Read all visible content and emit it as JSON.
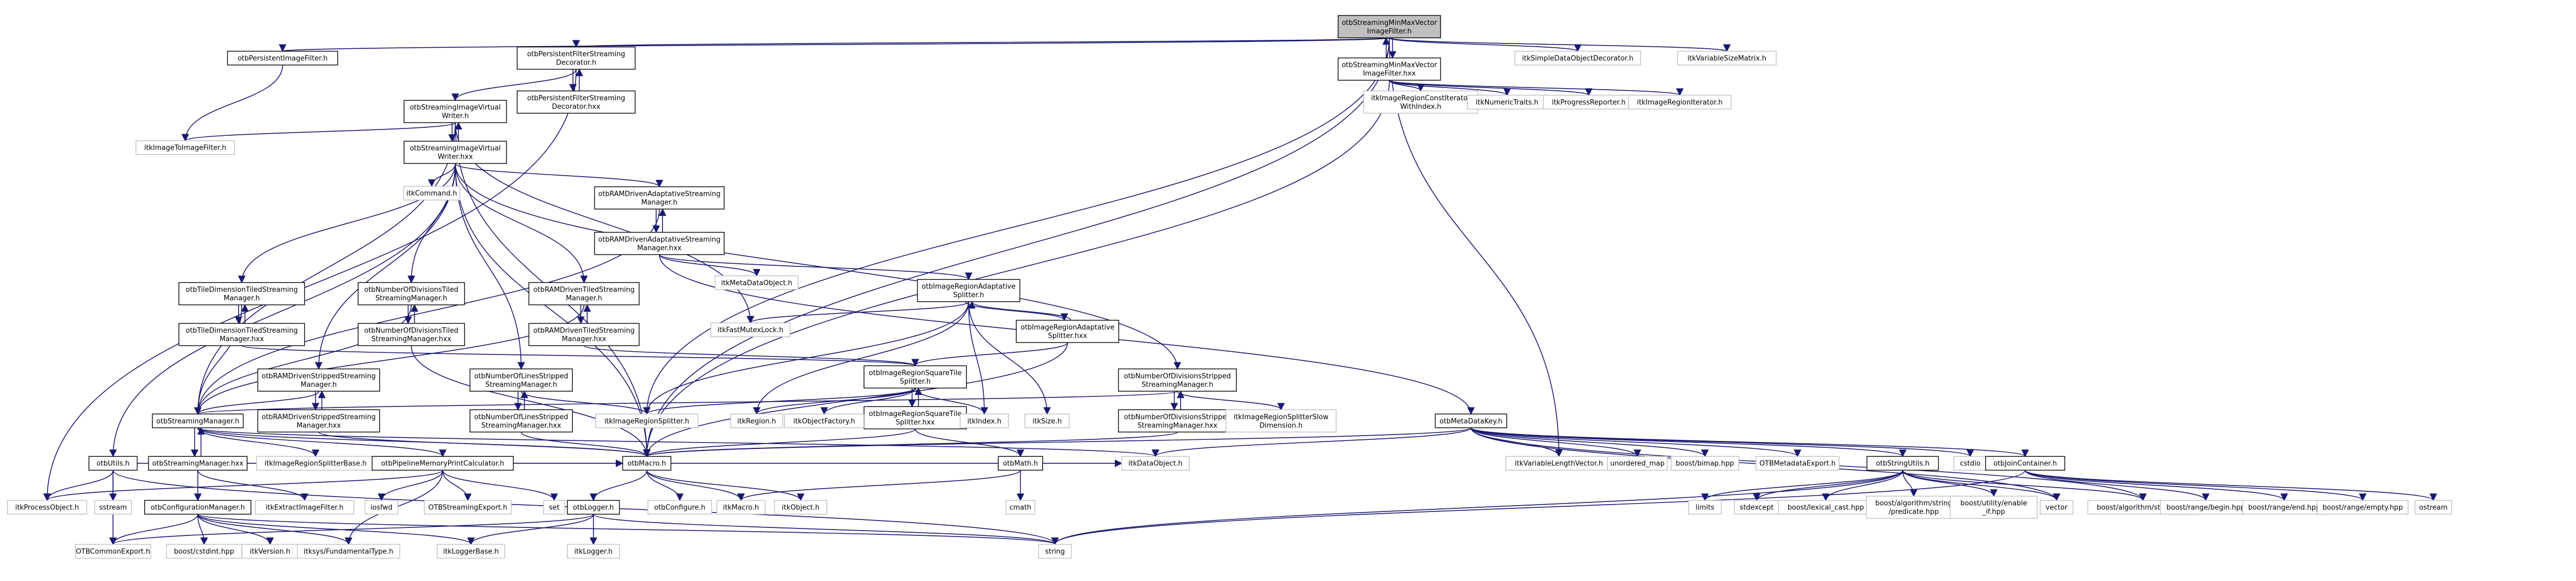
{
  "title": "otbStreamingMinMaxVectorImageFilter.h include dependency graph",
  "colors": {
    "edge": "#191970",
    "root_fill": "#bfbfbf",
    "internal_border": "#000000",
    "external_border": "#bfbfbf"
  },
  "nodes": [
    {
      "id": "root",
      "label": [
        "otbStreamingMinMaxVector",
        "ImageFilter.h"
      ],
      "kind": "root"
    },
    {
      "id": "minmax_hxx",
      "label": [
        "otbStreamingMinMaxVector",
        "ImageFilter.hxx"
      ],
      "kind": "internal"
    },
    {
      "id": "persistent_filter",
      "label": [
        "otbPersistentImageFilter.h"
      ],
      "kind": "internal"
    },
    {
      "id": "pfsd_h",
      "label": [
        "otbPersistentFilterStreaming",
        "Decorator.h"
      ],
      "kind": "internal"
    },
    {
      "id": "pfsd_hxx",
      "label": [
        "otbPersistentFilterStreaming",
        "Decorator.hxx"
      ],
      "kind": "internal"
    },
    {
      "id": "sivw_h",
      "label": [
        "otbStreamingImageVirtual",
        "Writer.h"
      ],
      "kind": "internal"
    },
    {
      "id": "sivw_hxx",
      "label": [
        "otbStreamingImageVirtual",
        "Writer.hxx"
      ],
      "kind": "internal"
    },
    {
      "id": "itk_i2i",
      "label": [
        "itkImageToImageFilter.h"
      ],
      "kind": "external"
    },
    {
      "id": "itk_command",
      "label": [
        "itkCommand.h"
      ],
      "kind": "external"
    },
    {
      "id": "simple_decorator",
      "label": [
        "itkSimpleDataObjectDecorator.h"
      ],
      "kind": "external"
    },
    {
      "id": "var_matrix",
      "label": [
        "itkVariableSizeMatrix.h"
      ],
      "kind": "external"
    },
    {
      "id": "const_iter",
      "label": [
        "itkImageRegionConstIterator",
        "WithIndex.h"
      ],
      "kind": "external"
    },
    {
      "id": "numeric_traits",
      "label": [
        "itkNumericTraits.h"
      ],
      "kind": "external"
    },
    {
      "id": "progress",
      "label": [
        "itkProgressReporter.h"
      ],
      "kind": "external"
    },
    {
      "id": "region_iter",
      "label": [
        "itkImageRegionIterator.h"
      ],
      "kind": "external"
    },
    {
      "id": "ramadapt_h",
      "label": [
        "otbRAMDrivenAdaptativeStreaming",
        "Manager.h"
      ],
      "kind": "internal"
    },
    {
      "id": "ramadapt_hxx",
      "label": [
        "otbRAMDrivenAdaptativeStreaming",
        "Manager.hxx"
      ],
      "kind": "internal"
    },
    {
      "id": "meta_obj",
      "label": [
        "itkMetaDataObject.h"
      ],
      "kind": "external"
    },
    {
      "id": "adapt_split_h",
      "label": [
        "otbImageRegionAdaptative",
        "Splitter.h"
      ],
      "kind": "internal"
    },
    {
      "id": "adapt_split_hxx",
      "label": [
        "otbImageRegionAdaptative",
        "Splitter.hxx"
      ],
      "kind": "internal"
    },
    {
      "id": "fast_mutex",
      "label": [
        "itkFastMutexLock.h"
      ],
      "kind": "external"
    },
    {
      "id": "tiledim_h",
      "label": [
        "otbTileDimensionTiledStreaming",
        "Manager.h"
      ],
      "kind": "internal"
    },
    {
      "id": "tiledim_hxx",
      "label": [
        "otbTileDimensionTiledStreaming",
        "Manager.hxx"
      ],
      "kind": "internal"
    },
    {
      "id": "ndivtiled_h",
      "label": [
        "otbNumberOfDivisionsTiled",
        "StreamingManager.h"
      ],
      "kind": "internal"
    },
    {
      "id": "ndivtiled_hxx",
      "label": [
        "otbNumberOfDivisionsTiled",
        "StreamingManager.hxx"
      ],
      "kind": "internal"
    },
    {
      "id": "ramtiled_h",
      "label": [
        "otbRAMDrivenTiledStreaming",
        "Manager.h"
      ],
      "kind": "internal"
    },
    {
      "id": "ramtiled_hxx",
      "label": [
        "otbRAMDrivenTiledStreaming",
        "Manager.hxx"
      ],
      "kind": "internal"
    },
    {
      "id": "ramstrip_h",
      "label": [
        "otbRAMDrivenStrippedStreaming",
        "Manager.h"
      ],
      "kind": "internal"
    },
    {
      "id": "ramstrip_hxx",
      "label": [
        "otbRAMDrivenStrippedStreaming",
        "Manager.hxx"
      ],
      "kind": "internal"
    },
    {
      "id": "nlines_h",
      "label": [
        "otbNumberOfLinesStripped",
        "StreamingManager.h"
      ],
      "kind": "internal"
    },
    {
      "id": "nlines_hxx",
      "label": [
        "otbNumberOfLinesStripped",
        "StreamingManager.hxx"
      ],
      "kind": "internal"
    },
    {
      "id": "sqtile_h",
      "label": [
        "otbImageRegionSquareTile",
        "Splitter.h"
      ],
      "kind": "internal"
    },
    {
      "id": "sqtile_hxx",
      "label": [
        "otbImageRegionSquareTile",
        "Splitter.hxx"
      ],
      "kind": "internal"
    },
    {
      "id": "ndivstrip_h",
      "label": [
        "otbNumberOfDivisionsStripped",
        "StreamingManager.h"
      ],
      "kind": "internal"
    },
    {
      "id": "ndivstrip_hxx",
      "label": [
        "otbNumberOfDivisionsStripped",
        "StreamingManager.hxx"
      ],
      "kind": "internal"
    },
    {
      "id": "slowdim",
      "label": [
        "itkImageRegionSplitterSlow",
        "Dimension.h"
      ],
      "kind": "external"
    },
    {
      "id": "streaming_mgr_h",
      "label": [
        "otbStreamingManager.h"
      ],
      "kind": "internal"
    },
    {
      "id": "streaming_mgr_hxx",
      "label": [
        "otbStreamingManager.hxx"
      ],
      "kind": "internal"
    },
    {
      "id": "splitter_base",
      "label": [
        "itkImageRegionSplitterBase.h"
      ],
      "kind": "external"
    },
    {
      "id": "region_splitter",
      "label": [
        "itkImageRegionSplitter.h"
      ],
      "kind": "external"
    },
    {
      "id": "itk_region",
      "label": [
        "itkRegion.h"
      ],
      "kind": "external"
    },
    {
      "id": "obj_factory",
      "label": [
        "itkObjectFactory.h"
      ],
      "kind": "external"
    },
    {
      "id": "itk_index",
      "label": [
        "itkIndex.h"
      ],
      "kind": "external"
    },
    {
      "id": "itk_size",
      "label": [
        "itkSize.h"
      ],
      "kind": "external"
    },
    {
      "id": "otb_utils",
      "label": [
        "otbUtils.h"
      ],
      "kind": "internal"
    },
    {
      "id": "pipeline_mem",
      "label": [
        "otbPipelineMemoryPrintCalculator.h"
      ],
      "kind": "internal"
    },
    {
      "id": "otb_macro",
      "label": [
        "otbMacro.h"
      ],
      "kind": "internal"
    },
    {
      "id": "otb_math",
      "label": [
        "otbMath.h"
      ],
      "kind": "internal"
    },
    {
      "id": "data_object",
      "label": [
        "itkDataObject.h"
      ],
      "kind": "external"
    },
    {
      "id": "metadatakey",
      "label": [
        "otbMetaDataKey.h"
      ],
      "kind": "internal"
    },
    {
      "id": "var_len_vec",
      "label": [
        "itkVariableLengthVector.h"
      ],
      "kind": "external"
    },
    {
      "id": "unordered_map",
      "label": [
        "unordered_map"
      ],
      "kind": "external"
    },
    {
      "id": "bimap",
      "label": [
        "boost/bimap.hpp"
      ],
      "kind": "external"
    },
    {
      "id": "metadata_export",
      "label": [
        "OTBMetadataExport.h"
      ],
      "kind": "external"
    },
    {
      "id": "string_utils",
      "label": [
        "otbStringUtils.h"
      ],
      "kind": "internal"
    },
    {
      "id": "cstdio",
      "label": [
        "cstdio"
      ],
      "kind": "external"
    },
    {
      "id": "join_container",
      "label": [
        "otbJoinContainer.h"
      ],
      "kind": "internal"
    },
    {
      "id": "process_object",
      "label": [
        "itkProcessObject.h"
      ],
      "kind": "external"
    },
    {
      "id": "sstream",
      "label": [
        "sstream"
      ],
      "kind": "external"
    },
    {
      "id": "config_mgr",
      "label": [
        "otbConfigurationManager.h"
      ],
      "kind": "internal"
    },
    {
      "id": "extract_filter",
      "label": [
        "itkExtractImageFilter.h"
      ],
      "kind": "external"
    },
    {
      "id": "iosfwd",
      "label": [
        "iosfwd"
      ],
      "kind": "external"
    },
    {
      "id": "streaming_export",
      "label": [
        "OTBStreamingExport.h"
      ],
      "kind": "external"
    },
    {
      "id": "set",
      "label": [
        "set"
      ],
      "kind": "external"
    },
    {
      "id": "otb_logger",
      "label": [
        "otbLogger.h"
      ],
      "kind": "internal"
    },
    {
      "id": "otb_configure",
      "label": [
        "otbConfigure.h"
      ],
      "kind": "external"
    },
    {
      "id": "itk_macro",
      "label": [
        "itkMacro.h"
      ],
      "kind": "external"
    },
    {
      "id": "itk_object",
      "label": [
        "itkObject.h"
      ],
      "kind": "external"
    },
    {
      "id": "cmath",
      "label": [
        "cmath"
      ],
      "kind": "external"
    },
    {
      "id": "limits",
      "label": [
        "limits"
      ],
      "kind": "external"
    },
    {
      "id": "stdexcept",
      "label": [
        "stdexcept"
      ],
      "kind": "external"
    },
    {
      "id": "lexical_cast",
      "label": [
        "boost/lexical_cast.hpp"
      ],
      "kind": "external"
    },
    {
      "id": "predicate",
      "label": [
        "boost/algorithm/string",
        "/predicate.hpp"
      ],
      "kind": "external"
    },
    {
      "id": "enable_if",
      "label": [
        "boost/utility/enable",
        "_if.hpp"
      ],
      "kind": "external"
    },
    {
      "id": "vector",
      "label": [
        "vector"
      ],
      "kind": "external"
    },
    {
      "id": "alg_string",
      "label": [
        "boost/algorithm/string.hpp"
      ],
      "kind": "external"
    },
    {
      "id": "range_begin",
      "label": [
        "boost/range/begin.hpp"
      ],
      "kind": "external"
    },
    {
      "id": "range_end",
      "label": [
        "boost/range/end.hpp"
      ],
      "kind": "external"
    },
    {
      "id": "range_empty",
      "label": [
        "boost/range/empty.hpp"
      ],
      "kind": "external"
    },
    {
      "id": "ostream",
      "label": [
        "ostream"
      ],
      "kind": "external"
    },
    {
      "id": "common_export",
      "label": [
        "OTBCommonExport.h"
      ],
      "kind": "external"
    },
    {
      "id": "cstdint",
      "label": [
        "boost/cstdint.hpp"
      ],
      "kind": "external"
    },
    {
      "id": "itk_version",
      "label": [
        "itkVersion.h"
      ],
      "kind": "external"
    },
    {
      "id": "fundamental",
      "label": [
        "itksys/FundamentalType.h"
      ],
      "kind": "external"
    },
    {
      "id": "logger_base",
      "label": [
        "itkLoggerBase.h"
      ],
      "kind": "external"
    },
    {
      "id": "itk_logger",
      "label": [
        "itkLogger.h"
      ],
      "kind": "external"
    },
    {
      "id": "string",
      "label": [
        "string"
      ],
      "kind": "external"
    }
  ],
  "edges": [
    [
      "root",
      "minmax_hxx"
    ],
    [
      "minmax_hxx",
      "root"
    ],
    [
      "root",
      "persistent_filter"
    ],
    [
      "root",
      "pfsd_h"
    ],
    [
      "root",
      "simple_decorator"
    ],
    [
      "root",
      "var_matrix"
    ],
    [
      "root",
      "var_len_vec"
    ],
    [
      "root",
      "otb_macro"
    ],
    [
      "root",
      "region_splitter"
    ],
    [
      "minmax_hxx",
      "const_iter"
    ],
    [
      "minmax_hxx",
      "numeric_traits"
    ],
    [
      "minmax_hxx",
      "progress"
    ],
    [
      "minmax_hxx",
      "region_iter"
    ],
    [
      "minmax_hxx",
      "otb_macro"
    ],
    [
      "persistent_filter",
      "itk_i2i"
    ],
    [
      "pfsd_h",
      "sivw_h"
    ],
    [
      "pfsd_h",
      "pfsd_hxx"
    ],
    [
      "pfsd_hxx",
      "pfsd_h"
    ],
    [
      "pfsd_h",
      "process_object"
    ],
    [
      "sivw_h",
      "sivw_hxx"
    ],
    [
      "sivw_hxx",
      "sivw_h"
    ],
    [
      "sivw_h",
      "itk_i2i"
    ],
    [
      "sivw_h",
      "streaming_mgr_h"
    ],
    [
      "sivw_h",
      "fast_mutex"
    ],
    [
      "sivw_h",
      "otb_macro"
    ],
    [
      "sivw_hxx",
      "itk_command"
    ],
    [
      "sivw_hxx",
      "ramadapt_h"
    ],
    [
      "sivw_hxx",
      "tiledim_h"
    ],
    [
      "sivw_hxx",
      "ndivtiled_h"
    ],
    [
      "sivw_hxx",
      "ramtiled_h"
    ],
    [
      "sivw_hxx",
      "ramstrip_h"
    ],
    [
      "sivw_hxx",
      "nlines_h"
    ],
    [
      "sivw_hxx",
      "ndivstrip_h"
    ],
    [
      "sivw_hxx",
      "otb_utils"
    ],
    [
      "sivw_hxx",
      "otb_macro"
    ],
    [
      "ramadapt_h",
      "ramadapt_hxx"
    ],
    [
      "ramadapt_hxx",
      "ramadapt_h"
    ],
    [
      "ramadapt_h",
      "streaming_mgr_h"
    ],
    [
      "ramadapt_hxx",
      "meta_obj"
    ],
    [
      "ramadapt_hxx",
      "adapt_split_h"
    ],
    [
      "ramadapt_hxx",
      "metadatakey"
    ],
    [
      "adapt_split_h",
      "adapt_split_hxx"
    ],
    [
      "adapt_split_hxx",
      "adapt_split_h"
    ],
    [
      "adapt_split_h",
      "fast_mutex"
    ],
    [
      "adapt_split_h",
      "region_splitter"
    ],
    [
      "adapt_split_h",
      "itk_region"
    ],
    [
      "adapt_split_h",
      "itk_index"
    ],
    [
      "adapt_split_h",
      "itk_size"
    ],
    [
      "adapt_split_hxx",
      "sqtile_h"
    ],
    [
      "adapt_split_hxx",
      "otb_macro"
    ],
    [
      "tiledim_h",
      "tiledim_hxx"
    ],
    [
      "tiledim_hxx",
      "tiledim_h"
    ],
    [
      "tiledim_h",
      "streaming_mgr_h"
    ],
    [
      "tiledim_hxx",
      "sqtile_h"
    ],
    [
      "ndivtiled_h",
      "ndivtiled_hxx"
    ],
    [
      "ndivtiled_hxx",
      "ndivtiled_h"
    ],
    [
      "ndivtiled_h",
      "streaming_mgr_h"
    ],
    [
      "ndivtiled_hxx",
      "otb_macro"
    ],
    [
      "ramtiled_h",
      "ramtiled_hxx"
    ],
    [
      "ramtiled_hxx",
      "ramtiled_h"
    ],
    [
      "ramtiled_h",
      "streaming_mgr_h"
    ],
    [
      "ramtiled_hxx",
      "sqtile_h"
    ],
    [
      "ramstrip_h",
      "ramstrip_hxx"
    ],
    [
      "ramstrip_hxx",
      "ramstrip_h"
    ],
    [
      "ramstrip_h",
      "streaming_mgr_h"
    ],
    [
      "ramstrip_hxx",
      "otb_macro"
    ],
    [
      "nlines_h",
      "nlines_hxx"
    ],
    [
      "nlines_hxx",
      "nlines_h"
    ],
    [
      "nlines_h",
      "region_splitter"
    ],
    [
      "nlines_hxx",
      "otb_macro"
    ],
    [
      "sqtile_h",
      "sqtile_hxx"
    ],
    [
      "sqtile_hxx",
      "sqtile_h"
    ],
    [
      "sqtile_h",
      "region_splitter"
    ],
    [
      "sqtile_h",
      "itk_region"
    ],
    [
      "sqtile_h",
      "obj_factory"
    ],
    [
      "sqtile_h",
      "itk_index"
    ],
    [
      "sqtile_hxx",
      "otb_macro"
    ],
    [
      "sqtile_hxx",
      "otb_math"
    ],
    [
      "ndivstrip_h",
      "ndivstrip_hxx"
    ],
    [
      "ndivstrip_hxx",
      "ndivstrip_h"
    ],
    [
      "ndivstrip_h",
      "slowdim"
    ],
    [
      "ndivstrip_h",
      "streaming_mgr_h"
    ],
    [
      "ndivstrip_hxx",
      "otb_macro"
    ],
    [
      "streaming_mgr_h",
      "streaming_mgr_hxx"
    ],
    [
      "streaming_mgr_hxx",
      "streaming_mgr_h"
    ],
    [
      "streaming_mgr_h",
      "splitter_base"
    ],
    [
      "streaming_mgr_h",
      "pipeline_mem"
    ],
    [
      "streaming_mgr_h",
      "otb_macro"
    ],
    [
      "streaming_mgr_h",
      "data_object"
    ],
    [
      "streaming_mgr_hxx",
      "config_mgr"
    ],
    [
      "streaming_mgr_hxx",
      "extract_filter"
    ],
    [
      "otb_utils",
      "process_object"
    ],
    [
      "otb_utils",
      "sstream"
    ],
    [
      "otb_utils",
      "common_export"
    ],
    [
      "otb_utils",
      "otb_macro"
    ],
    [
      "otb_utils",
      "string"
    ],
    [
      "pipeline_mem",
      "process_object"
    ],
    [
      "pipeline_mem",
      "iosfwd"
    ],
    [
      "pipeline_mem",
      "streaming_export"
    ],
    [
      "pipeline_mem",
      "set"
    ],
    [
      "pipeline_mem",
      "fundamental"
    ],
    [
      "pipeline_mem",
      "data_object"
    ],
    [
      "config_mgr",
      "common_export"
    ],
    [
      "config_mgr",
      "cstdint"
    ],
    [
      "config_mgr",
      "itk_version"
    ],
    [
      "config_mgr",
      "fundamental"
    ],
    [
      "config_mgr",
      "logger_base"
    ],
    [
      "config_mgr",
      "string"
    ],
    [
      "otb_macro",
      "otb_logger"
    ],
    [
      "otb_macro",
      "otb_configure"
    ],
    [
      "otb_macro",
      "itk_macro"
    ],
    [
      "otb_macro",
      "itk_object"
    ],
    [
      "otb_logger",
      "itk_logger"
    ],
    [
      "otb_logger",
      "logger_base"
    ],
    [
      "otb_logger",
      "common_export"
    ],
    [
      "otb_logger",
      "string"
    ],
    [
      "otb_math",
      "cmath"
    ],
    [
      "otb_math",
      "itk_macro"
    ],
    [
      "metadatakey",
      "var_len_vec"
    ],
    [
      "metadatakey",
      "unordered_map"
    ],
    [
      "metadatakey",
      "bimap"
    ],
    [
      "metadatakey",
      "metadata_export"
    ],
    [
      "metadatakey",
      "string_utils"
    ],
    [
      "metadatakey",
      "cstdio"
    ],
    [
      "metadatakey",
      "join_container"
    ],
    [
      "metadatakey",
      "vector"
    ],
    [
      "metadatakey",
      "alg_string"
    ],
    [
      "metadatakey",
      "data_object"
    ],
    [
      "metadatakey",
      "otb_macro"
    ],
    [
      "string_utils",
      "limits"
    ],
    [
      "string_utils",
      "stdexcept"
    ],
    [
      "string_utils",
      "lexical_cast"
    ],
    [
      "string_utils",
      "predicate"
    ],
    [
      "string_utils",
      "enable_if"
    ],
    [
      "string_utils",
      "vector"
    ],
    [
      "string_utils",
      "alg_string"
    ],
    [
      "string_utils",
      "string"
    ],
    [
      "join_container",
      "range_begin"
    ],
    [
      "join_container",
      "range_end"
    ],
    [
      "join_container",
      "range_empty"
    ],
    [
      "join_container",
      "ostream"
    ],
    [
      "join_container",
      "string"
    ]
  ]
}
